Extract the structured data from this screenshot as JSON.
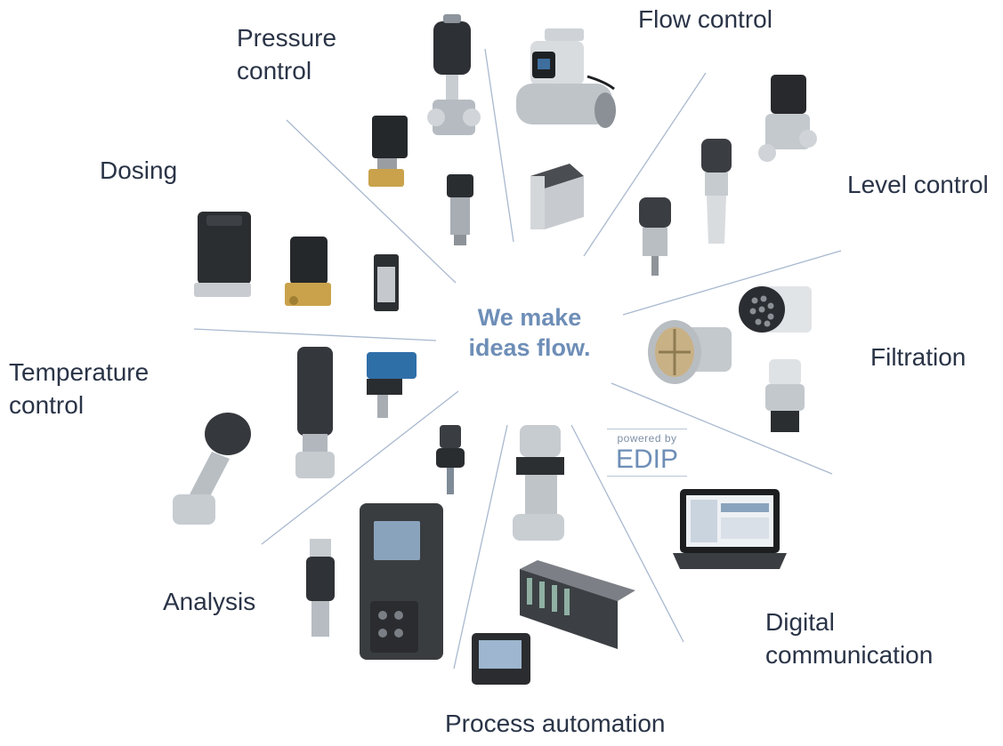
{
  "center_text": {
    "line1": "We make",
    "line2": "ideas flow."
  },
  "categories": {
    "pressure_control": {
      "line1": "Pressure",
      "line2": "control"
    },
    "flow_control": {
      "line1": "Flow control"
    },
    "dosing": {
      "line1": "Dosing"
    },
    "level_control": {
      "line1": "Level control"
    },
    "filtration": {
      "line1": "Filtration"
    },
    "temperature_control": {
      "line1": "Temperature",
      "line2": "control"
    },
    "analysis": {
      "line1": "Analysis"
    },
    "digital_communication": {
      "line1": "Digital",
      "line2": "communication"
    },
    "process_automation": {
      "line1": "Process automation"
    }
  },
  "edip_badge": {
    "small": "powered by",
    "big": "EDIP"
  },
  "colors": {
    "label": "#2a3447",
    "accent": "#6e8eb7",
    "spoke": "#a9b9cf"
  }
}
